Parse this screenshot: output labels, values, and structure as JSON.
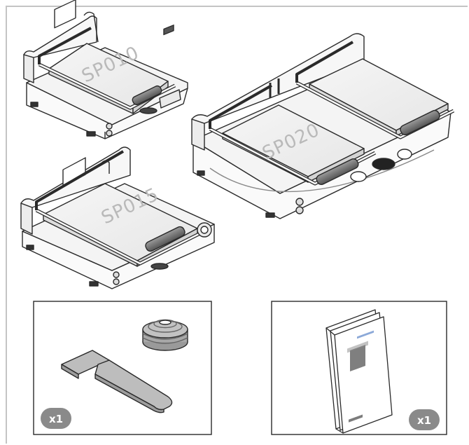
{
  "models": [
    {
      "id": "sp010",
      "label": "SP010"
    },
    {
      "id": "sp015",
      "label": "SP015"
    },
    {
      "id": "sp020",
      "label": "SP020"
    }
  ],
  "accessories": {
    "scraper_kit": {
      "quantity": "x1",
      "icon": "scraper-and-tape-roll-icon"
    },
    "manual": {
      "quantity": "x1",
      "icon": "instruction-manual-icon"
    }
  },
  "colors": {
    "line": "#2a2a2a",
    "plate": "#f1f1f1",
    "body": "#fafafa",
    "handle": "#7d7d7d",
    "badge": "#8a8a8a",
    "frame": "#c4c4c4"
  }
}
